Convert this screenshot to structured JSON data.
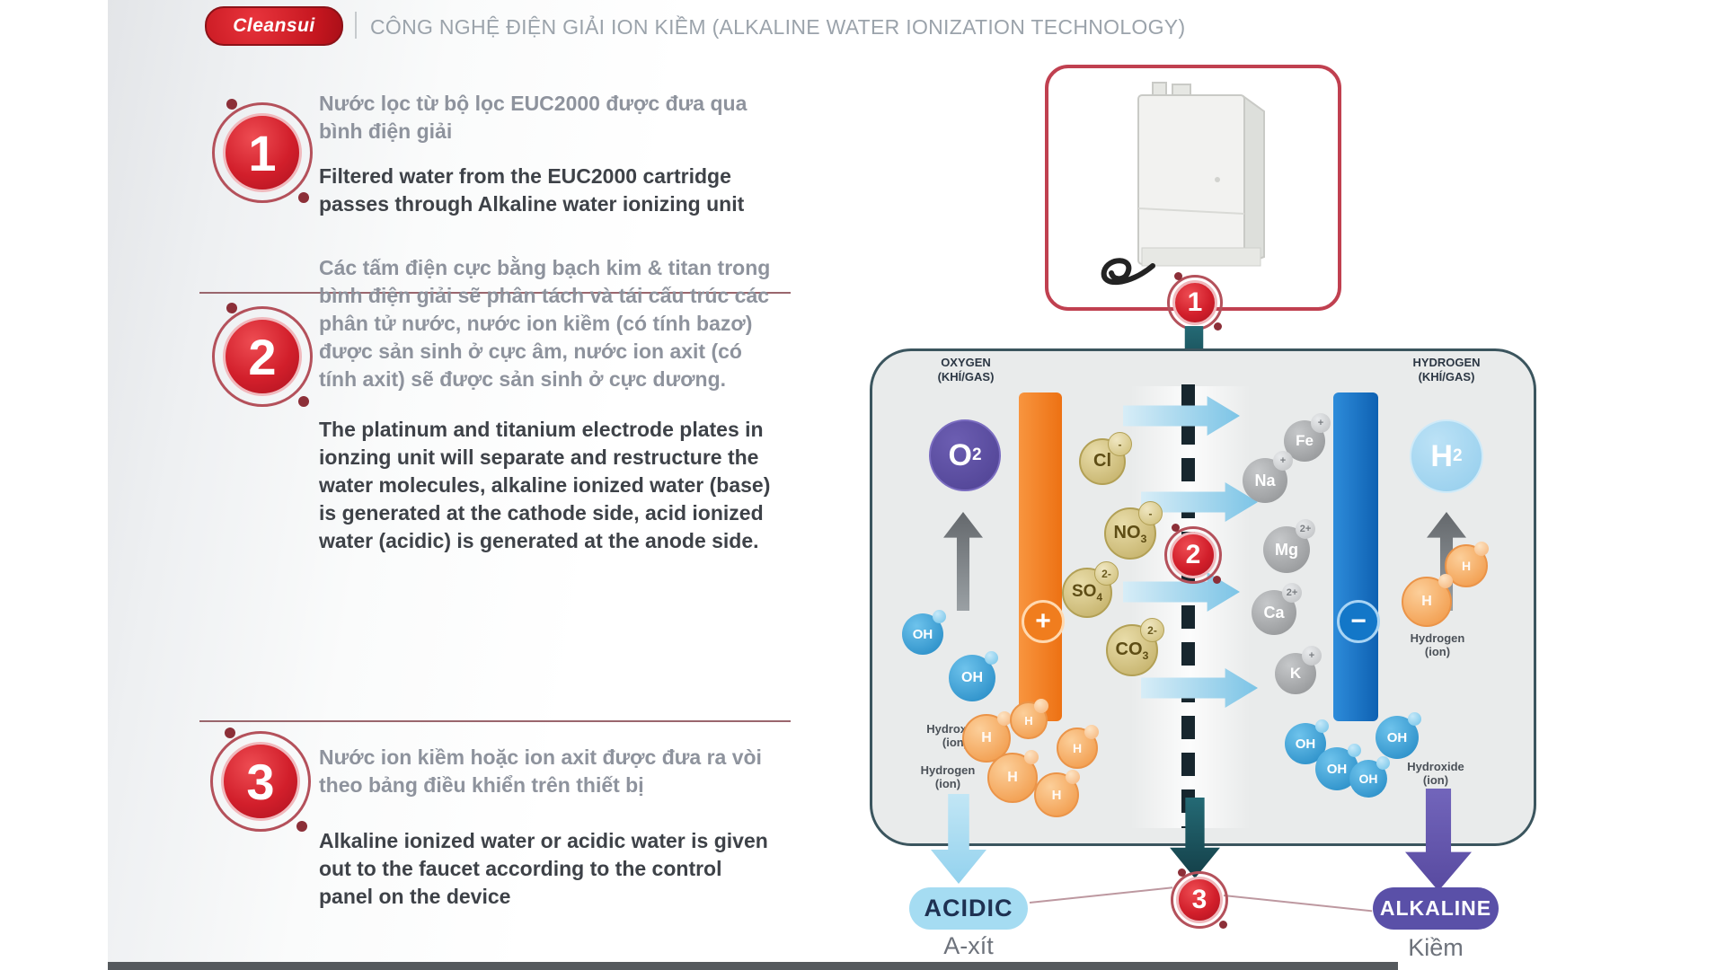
{
  "header": {
    "logo": "Cleansui",
    "title": "CÔNG NGHỆ ĐIỆN GIẢI ION KIỀM (ALKALINE WATER IONIZATION TECHNOLOGY)"
  },
  "steps": [
    {
      "number": "1",
      "vi": "Nước lọc từ bộ lọc EUC2000 được đưa qua bình điện giải",
      "en": "Filtered water from the EUC2000 cartridge passes through Alkaline water ionizing unit"
    },
    {
      "number": "2",
      "vi": "Các tấm điện cực bằng bạch kim & titan trong bình điện giải sẽ phân tách và tái cấu trúc các phân tử nước, nước ion kiềm (có tính bazơ) được sản sinh ở cực âm, nước ion axit (có tính axit) sẽ được sản sinh ở cực dương.",
      "en": "The platinum and titanium electrode plates in ionzing unit will separate and restructure the water molecules, alkaline ionized water (base) is generated at the cathode side, acid ionized water (acidic) is generated at the anode side."
    },
    {
      "number": "3",
      "vi": "Nước ion kiềm hoặc ion axit được đưa ra vòi theo bảng điều khiển trên thiết bị",
      "en": "Alkaline ionized water or acidic water is given out to the faucet according to the control panel on the device"
    }
  ],
  "diagram": {
    "badge1": "1",
    "badge2": "2",
    "badge3": "3",
    "oxygen": {
      "line1": "OXYGEN",
      "line2": "(KHÍ/GAS)"
    },
    "hydrogen": {
      "line1": "HYDROGEN",
      "line2": "(KHÍ/GAS)"
    },
    "o2": {
      "main": "O",
      "sub": "2"
    },
    "h2": {
      "main": "H",
      "sub": "2"
    },
    "anode_sign": "+",
    "cathode_sign": "−",
    "anions": [
      {
        "main": "Cl",
        "sub": "",
        "charge": "-"
      },
      {
        "main": "NO",
        "sub": "3",
        "charge": "-"
      },
      {
        "main": "SO",
        "sub": "4",
        "charge": "2-"
      },
      {
        "main": "CO",
        "sub": "3",
        "charge": "2-"
      }
    ],
    "cations": [
      {
        "main": "Fe",
        "charge": "+"
      },
      {
        "main": "Na",
        "charge": "+"
      },
      {
        "main": "Mg",
        "charge": "2+"
      },
      {
        "main": "Ca",
        "charge": "2+"
      },
      {
        "main": "K",
        "charge": "+"
      }
    ],
    "oh": "OH",
    "h": "H",
    "hydroxide_label": {
      "line1": "Hydroxide",
      "line2": "(ion)"
    },
    "hydrogen_label": {
      "line1": "Hydrogen",
      "line2": "(ion)"
    },
    "outputs": {
      "acidic": {
        "en": "ACIDIC",
        "vi": "A-xít"
      },
      "alkaline": {
        "en": "ALKALINE",
        "vi": "Kiềm"
      }
    }
  },
  "colors": {
    "brand_red": "#cf2030",
    "orange_electrode": "#f07d1e",
    "blue_electrode": "#1377c8",
    "acidic_pill": "#a5dcf2",
    "alkaline_pill": "#5a50a8",
    "teal_arrow": "#1b525e",
    "purple_arrow": "#6557ae"
  }
}
